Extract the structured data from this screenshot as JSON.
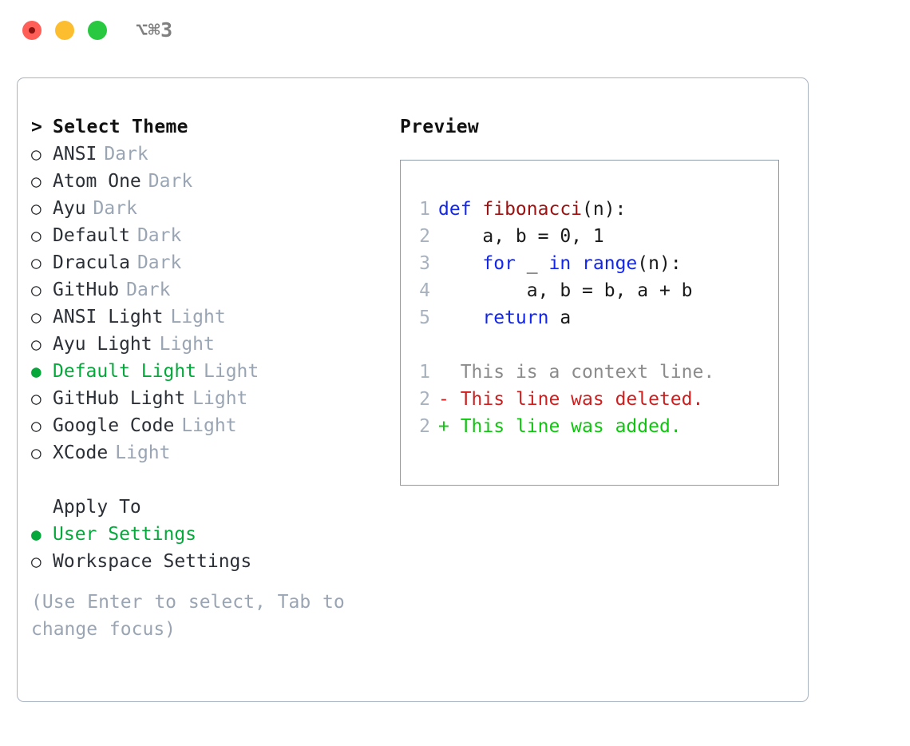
{
  "titlebar": {
    "shortcut": "⌥⌘3",
    "buttons": [
      {
        "name": "close",
        "color": "#ff5f57"
      },
      {
        "name": "minimize",
        "color": "#fcbd2e"
      },
      {
        "name": "maximize",
        "color": "#28c840"
      }
    ]
  },
  "theme_list": {
    "header_marker": ">",
    "header": "Select Theme",
    "unselected_marker": "○",
    "selected_marker": "●",
    "selected_color": "#06a83c",
    "items": [
      {
        "name": "ANSI",
        "variant": "Dark",
        "selected": false
      },
      {
        "name": "Atom One",
        "variant": "Dark",
        "selected": false
      },
      {
        "name": "Ayu",
        "variant": "Dark",
        "selected": false
      },
      {
        "name": "Default",
        "variant": "Dark",
        "selected": false
      },
      {
        "name": "Dracula",
        "variant": "Dark",
        "selected": false
      },
      {
        "name": "GitHub",
        "variant": "Dark",
        "selected": false
      },
      {
        "name": "ANSI Light",
        "variant": "Light",
        "selected": false
      },
      {
        "name": "Ayu Light",
        "variant": "Light",
        "selected": false
      },
      {
        "name": "Default Light",
        "variant": "Light",
        "selected": true
      },
      {
        "name": "GitHub Light",
        "variant": "Light",
        "selected": false
      },
      {
        "name": "Google Code",
        "variant": "Light",
        "selected": false
      },
      {
        "name": "XCode",
        "variant": "Light",
        "selected": false
      }
    ]
  },
  "apply_to": {
    "header": "Apply To",
    "options": [
      {
        "label": "User Settings",
        "selected": true
      },
      {
        "label": "Workspace Settings",
        "selected": false
      }
    ]
  },
  "hint": "(Use Enter to select, Tab to change focus)",
  "preview": {
    "title": "Preview",
    "code_lines": [
      {
        "num": "1",
        "tokens": [
          {
            "t": "def ",
            "c": "kw"
          },
          {
            "t": "fibonacci",
            "c": "fn"
          },
          {
            "t": "(n):",
            "c": "code-text"
          }
        ]
      },
      {
        "num": "2",
        "tokens": [
          {
            "t": "    a, b = 0, 1",
            "c": "code-text"
          }
        ]
      },
      {
        "num": "3",
        "tokens": [
          {
            "t": "    ",
            "c": "code-text"
          },
          {
            "t": "for",
            "c": "kw"
          },
          {
            "t": " _ ",
            "c": "code-text"
          },
          {
            "t": "in",
            "c": "kw"
          },
          {
            "t": " ",
            "c": "code-text"
          },
          {
            "t": "range",
            "c": "bi"
          },
          {
            "t": "(n):",
            "c": "code-text"
          }
        ]
      },
      {
        "num": "4",
        "tokens": [
          {
            "t": "        a, b = b, a + b",
            "c": "code-text"
          }
        ]
      },
      {
        "num": "5",
        "tokens": [
          {
            "t": "    ",
            "c": "code-text"
          },
          {
            "t": "return",
            "c": "kw"
          },
          {
            "t": " a",
            "c": "code-text"
          }
        ]
      }
    ],
    "diff_lines": [
      {
        "num": "1",
        "sign": " ",
        "text": " This is a context line.",
        "style": "ctx"
      },
      {
        "num": "2",
        "sign": "-",
        "text": " This line was deleted.",
        "style": "del"
      },
      {
        "num": "2",
        "sign": "+",
        "text": " This line was added.",
        "style": "add"
      }
    ]
  },
  "colors": {
    "keyword": "#1226ef",
    "function": "#9c1111",
    "context": "#8b8b8b",
    "deleted": "#cc1f1f",
    "added": "#10c510",
    "muted": "#9aa5b4",
    "border": "#a9b4c2"
  }
}
